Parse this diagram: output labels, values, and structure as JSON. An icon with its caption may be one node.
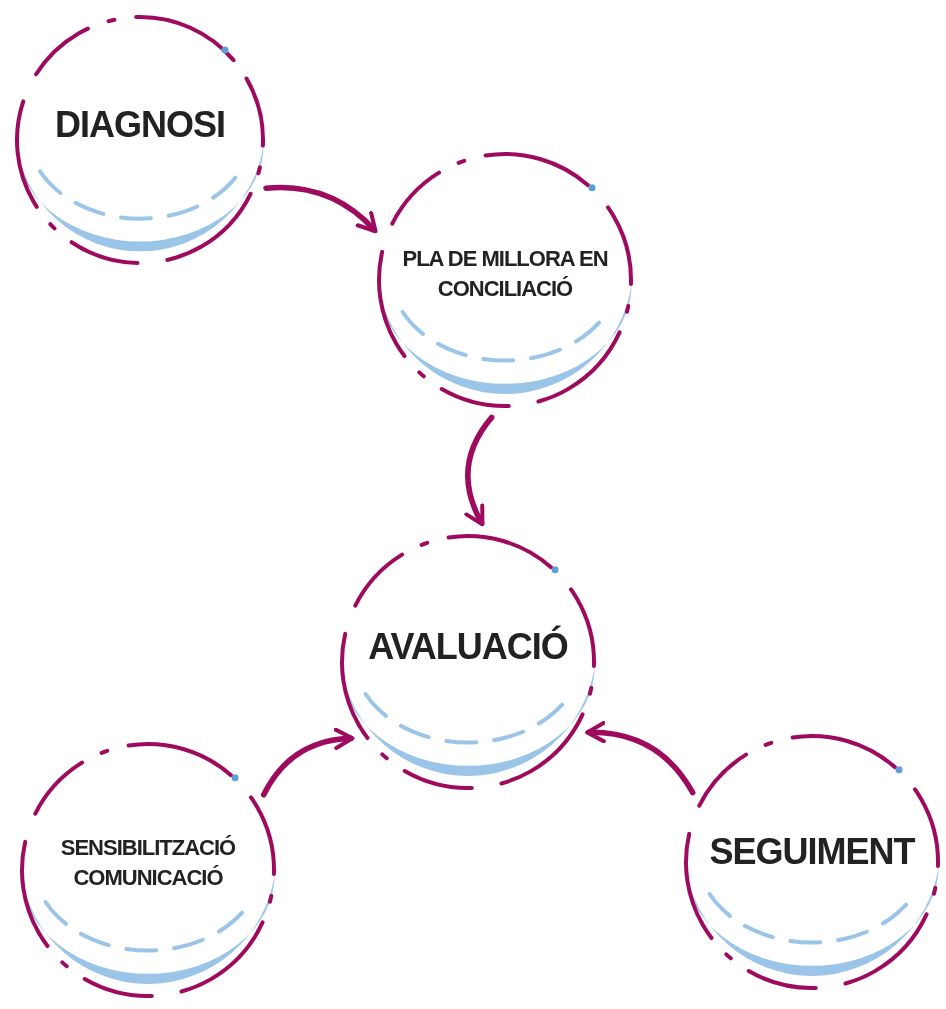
{
  "diagram": {
    "nodes": [
      {
        "text": [
          "DIAGNOSI"
        ]
      },
      {
        "text": [
          "PLA DE MILLORA EN CONCILIACIÓ"
        ]
      },
      {
        "text": [
          "AVALUACIÓ"
        ]
      },
      {
        "text": [
          "SENSIBILITZACIÓ COMUNICACIÓ"
        ]
      },
      {
        "text": [
          "SEGUIMENT"
        ]
      }
    ],
    "edges": [
      {
        "from": 0,
        "to": 1,
        "arrow": "to"
      },
      {
        "from": 1,
        "to": 2,
        "arrow": "to"
      },
      {
        "from": 3,
        "to": 2,
        "arrow": "to"
      },
      {
        "from": 4,
        "to": 2,
        "arrow": "to"
      }
    ]
  }
}
